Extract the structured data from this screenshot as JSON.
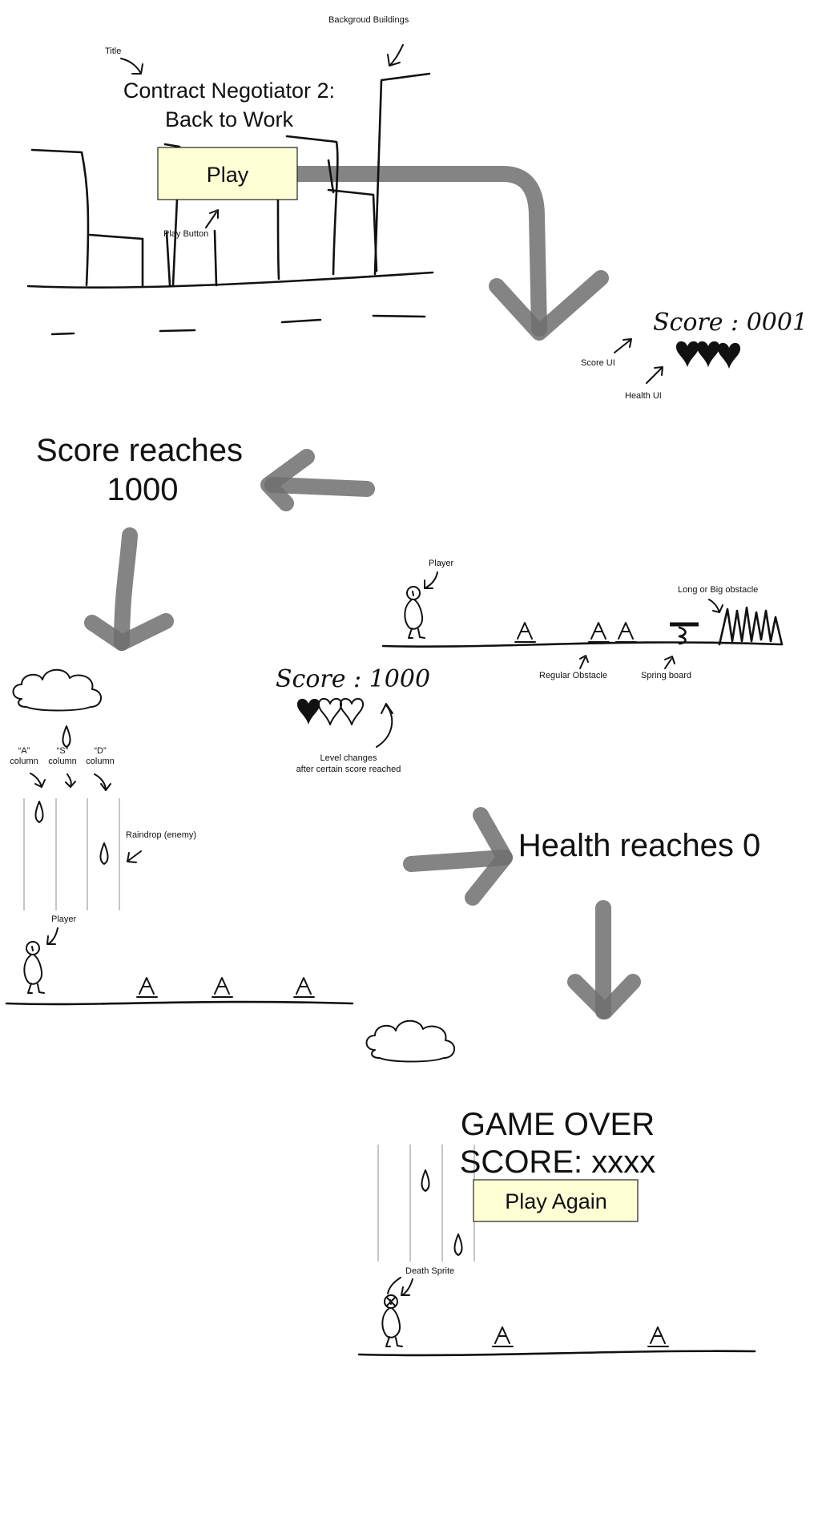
{
  "labels": {
    "background_buildings": "Backgroud Buildings",
    "title": "Title",
    "play_button": "Play Button",
    "score_ui": "Score UI",
    "health_ui": "Health UI",
    "player": "Player",
    "long_obstacle": "Long or Big obstacle",
    "regular_obstacle": "Regular Obstacle",
    "spring_board": "Spring board",
    "level_changes_line1": "Level changes",
    "level_changes_line2": "after certain score reached",
    "column_a_key": "“A”",
    "column_s_key": "“S”",
    "column_d_key": "“D”",
    "column_word": "column",
    "raindrop": "Raindrop (enemy)",
    "death_sprite": "Death Sprite"
  },
  "title_screen": {
    "game_title_line1": "Contract Negotiator 2:",
    "game_title_line2": "Back to Work",
    "play_label": "Play"
  },
  "hud": {
    "score_start": "Score : 0001",
    "score_level2": "Score : 1000"
  },
  "transitions": {
    "score_reaches_line1": "Score reaches",
    "score_reaches_line2": "1000",
    "health_reaches": "Health reaches 0"
  },
  "game_over": {
    "title": "GAME OVER",
    "score": "SCORE: xxxx",
    "play_again_label": "Play Again"
  },
  "colors": {
    "button_fill": "#ffffd6",
    "flow_arrow": "#6e6e6e",
    "column_line": "#c6c6c6",
    "ink": "#111111"
  }
}
